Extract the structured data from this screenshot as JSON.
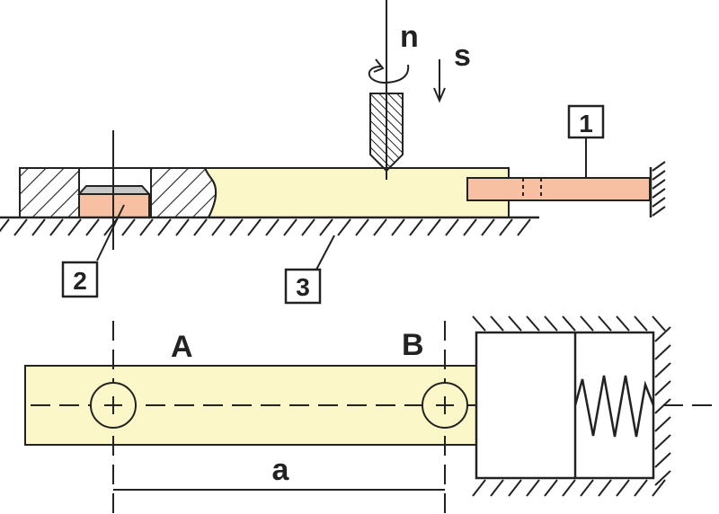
{
  "labels": {
    "n": "n",
    "s": "s",
    "A": "A",
    "B": "B",
    "a": "a"
  },
  "callouts": {
    "part1": "1",
    "part2": "2",
    "part3": "3"
  },
  "colors": {
    "workpiece_fill": "#fcf7c8",
    "insert_fill": "#f7c0a2",
    "insert_top_fill": "#c8c8c8",
    "line": "#222222",
    "background": "#ffffff"
  },
  "icons": {
    "drill": "drill-bit-icon",
    "feed_arrow": "down-arrow-icon",
    "rotation": "rotation-arrow-icon",
    "spring": "spring-icon",
    "hole_center": "crosshair-icon"
  }
}
